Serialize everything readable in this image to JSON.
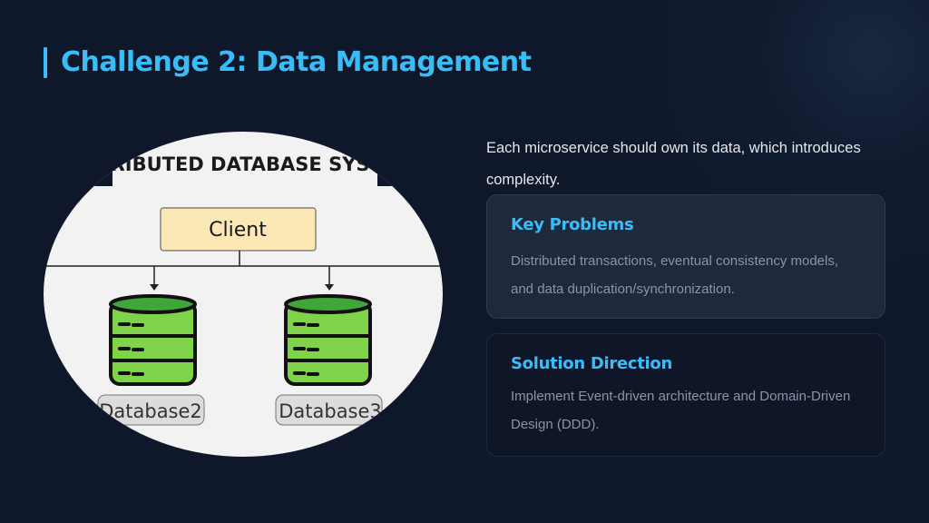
{
  "slide": {
    "title": "Challenge 2: Data Management",
    "intro": "Each microservice should own its data, which introduces complexity.",
    "figure": {
      "heading": "DISTRIBUTED DATABASE SYSTEM",
      "heading_visible": "RIBUTED DATABASE SYS",
      "client_label": "Client",
      "db_labels": [
        "Database2",
        "Database3"
      ]
    },
    "cards": [
      {
        "title": "Key Problems",
        "body": "Distributed transactions, eventual consistency models, and data duplication/synchronization."
      },
      {
        "title": "Solution Direction",
        "body": "Implement Event-driven architecture and Domain-Driven Design (DDD)."
      }
    ]
  },
  "colors": {
    "accent": "#38bdf8",
    "background": "#0f172a",
    "db_green": "#7ed348",
    "client_fill": "#fbe8b4"
  }
}
